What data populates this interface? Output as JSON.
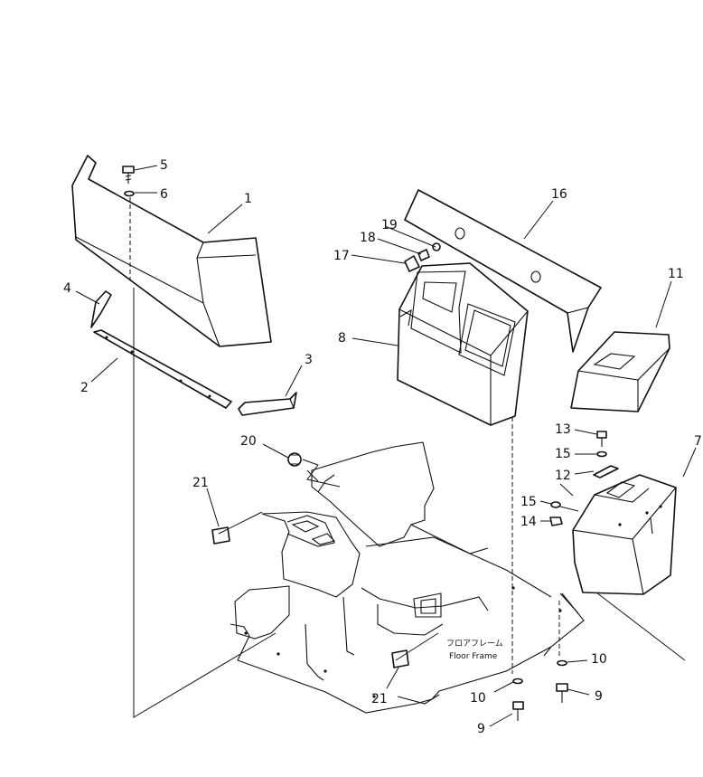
{
  "callouts": {
    "c1": "1",
    "c2": "2",
    "c3": "3",
    "c4": "4",
    "c5": "5",
    "c6": "6",
    "c7": "7",
    "c8": "8",
    "c9a": "9",
    "c9b": "9",
    "c10a": "10",
    "c10b": "10",
    "c11": "11",
    "c12": "12",
    "c13": "13",
    "c14": "14",
    "c15a": "15",
    "c15b": "15",
    "c16": "16",
    "c17": "17",
    "c18": "18",
    "c19": "19",
    "c20": "20",
    "c21a": "21",
    "c21b": "21"
  },
  "labels": {
    "floor_frame_jp": "フロアフレーム",
    "floor_frame_en": "Floor Frame"
  }
}
